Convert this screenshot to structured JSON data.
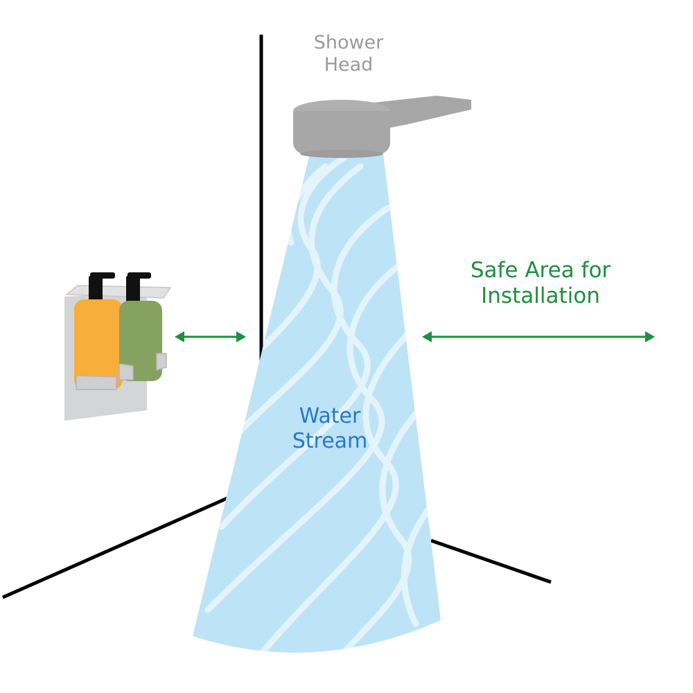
{
  "labels": {
    "shower_head": "Shower\nHead",
    "safe_area": "Safe Area for\nInstallation",
    "water_stream": "Water\nStream"
  },
  "colors": {
    "wall_line": "#000000",
    "shower_head": "#a7a7a7",
    "water": "#bde3f6",
    "water_highlight": "#e4f4fc",
    "arrow": "#1f8f3f",
    "bottle_orange": "#f7ae3a",
    "bottle_green": "#86a261",
    "dispenser_plate": "#d4d5d6",
    "pump": "#111111",
    "label_gray": "#9a9a9a",
    "label_green": "#1f8f3f",
    "label_blue": "#2a78c8"
  },
  "icons": {
    "shower_head": "shower-head-icon",
    "dispenser": "soap-dispenser-icon",
    "arrow": "double-arrow-icon"
  }
}
